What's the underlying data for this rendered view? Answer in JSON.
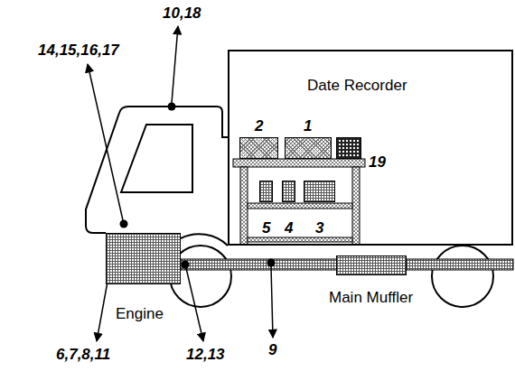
{
  "diagram": {
    "nodes": [
      {
        "text": [
          "Date Recorder"
        ]
      },
      {
        "text": [
          "2"
        ],
        "in": 0
      },
      {
        "text": [
          "1"
        ],
        "in": 0
      },
      {
        "text": [
          "19"
        ],
        "in": 0
      },
      {
        "text": [
          "5"
        ],
        "in": 0
      },
      {
        "text": [
          "4"
        ],
        "in": 0
      },
      {
        "text": [
          "3"
        ],
        "in": 0
      },
      {
        "text": [
          "Engine"
        ]
      },
      {
        "text": [
          "Main Muffler"
        ]
      }
    ],
    "labels": [
      "10,18",
      "14,15,16,17",
      "6,7,8,11",
      "12,13",
      "9"
    ]
  }
}
